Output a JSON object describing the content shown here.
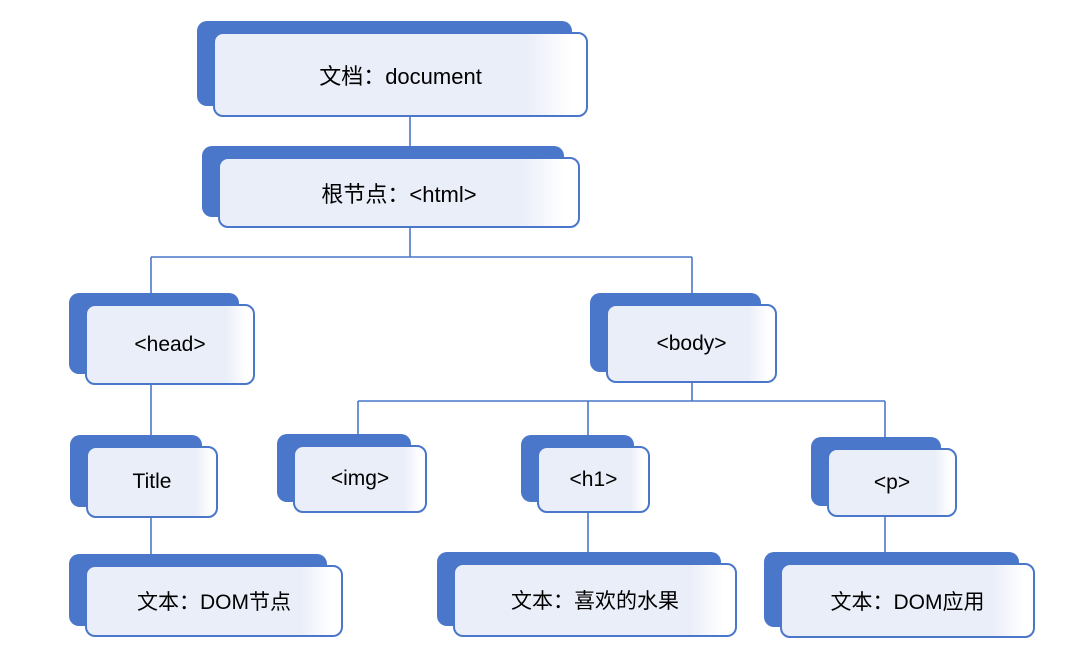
{
  "diagram_title": "DOM tree structure",
  "colors": {
    "accent": "#4a77c9",
    "card_fill": "#eaeef8",
    "card_fill_end": "#ffffff",
    "text": "#000000",
    "background": "#ffffff"
  },
  "nodes": {
    "document": {
      "label": "文档：document"
    },
    "root": {
      "label": "根节点：<html>"
    },
    "head": {
      "label": "<head>"
    },
    "body": {
      "label": "<body>"
    },
    "title": {
      "label": "Title"
    },
    "img": {
      "label": "<img>"
    },
    "h1": {
      "label": "<h1>"
    },
    "p": {
      "label": "<p>"
    },
    "text_dom_node": {
      "label": "文本：DOM节点"
    },
    "text_fruit": {
      "label": "文本：喜欢的水果"
    },
    "text_dom_app": {
      "label": "文本：DOM应用"
    }
  }
}
